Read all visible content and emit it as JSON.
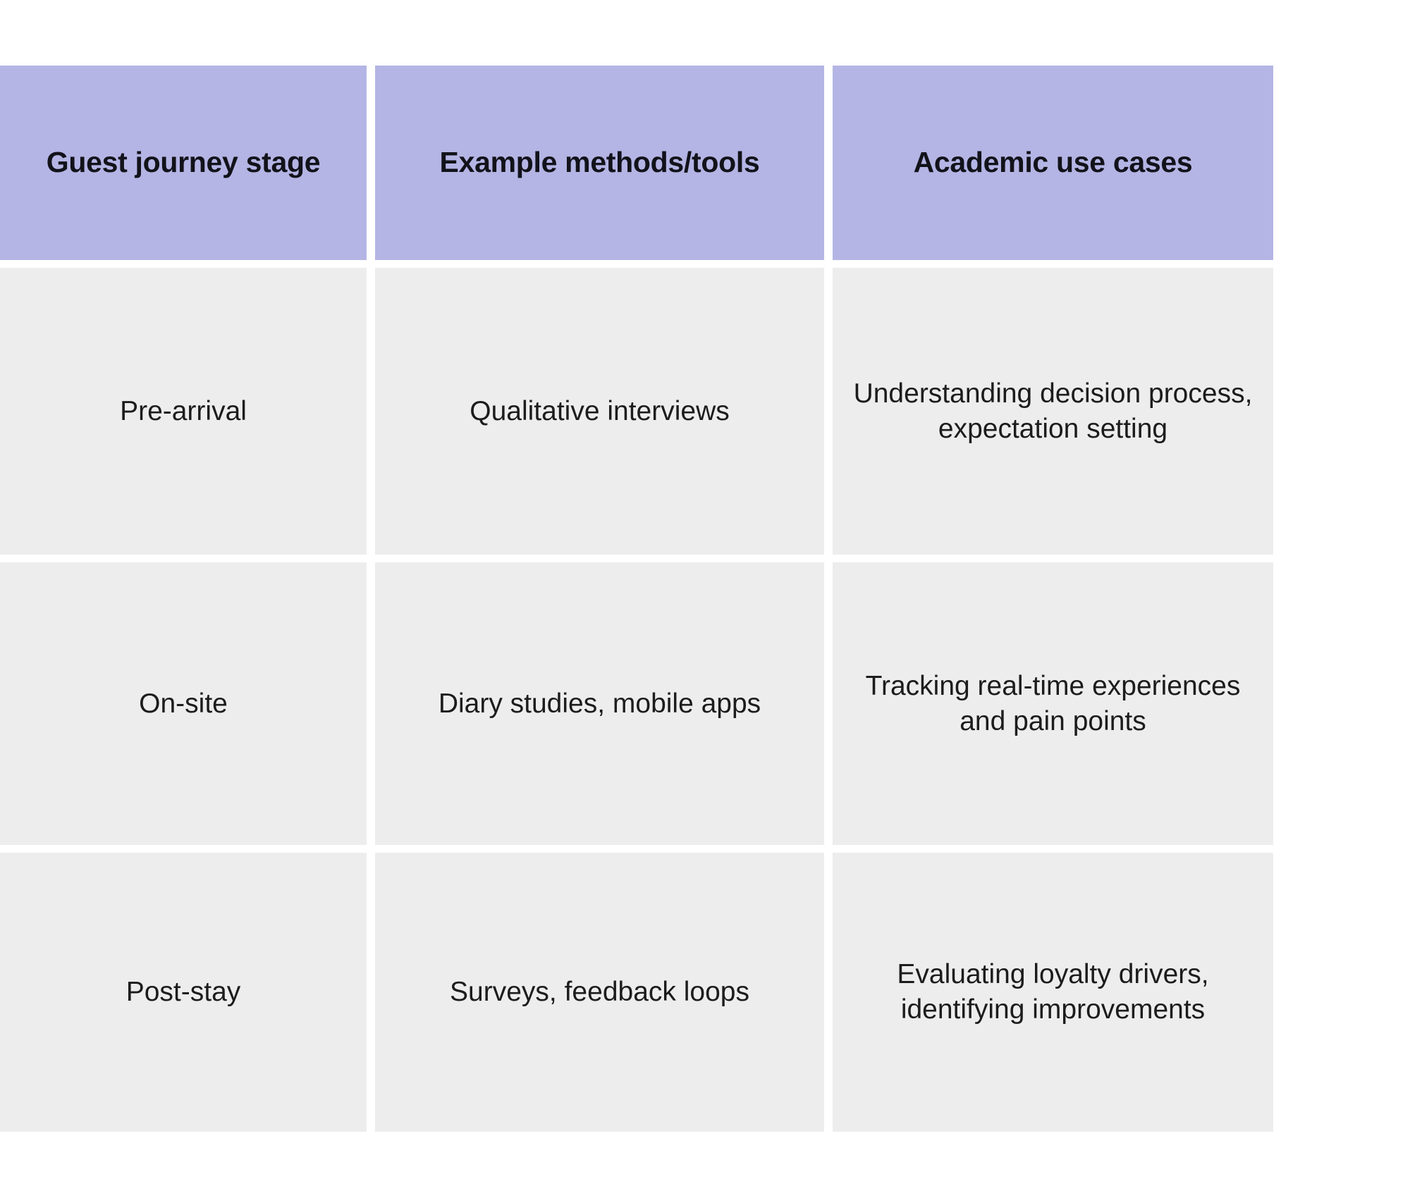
{
  "table": {
    "columns": [
      "Guest journey stage",
      "Example methods/tools",
      "Academic use cases"
    ],
    "rows": [
      {
        "stage": "Pre-arrival",
        "methods": "Qualitative interviews",
        "use_cases": "Understanding decision process, expectation setting"
      },
      {
        "stage": "On-site",
        "methods": "Diary studies, mobile apps",
        "use_cases": "Tracking real-time experiences and pain points"
      },
      {
        "stage": "Post-stay",
        "methods": "Surveys, feedback loops",
        "use_cases": "Evaluating loyalty drivers, identifying improvements"
      }
    ]
  },
  "colors": {
    "header_background": "#b4b5e4",
    "header_text": "#12121a",
    "cell_background": "#ededed",
    "cell_text": "#1c1c1c",
    "page_background": "#ffffff"
  }
}
